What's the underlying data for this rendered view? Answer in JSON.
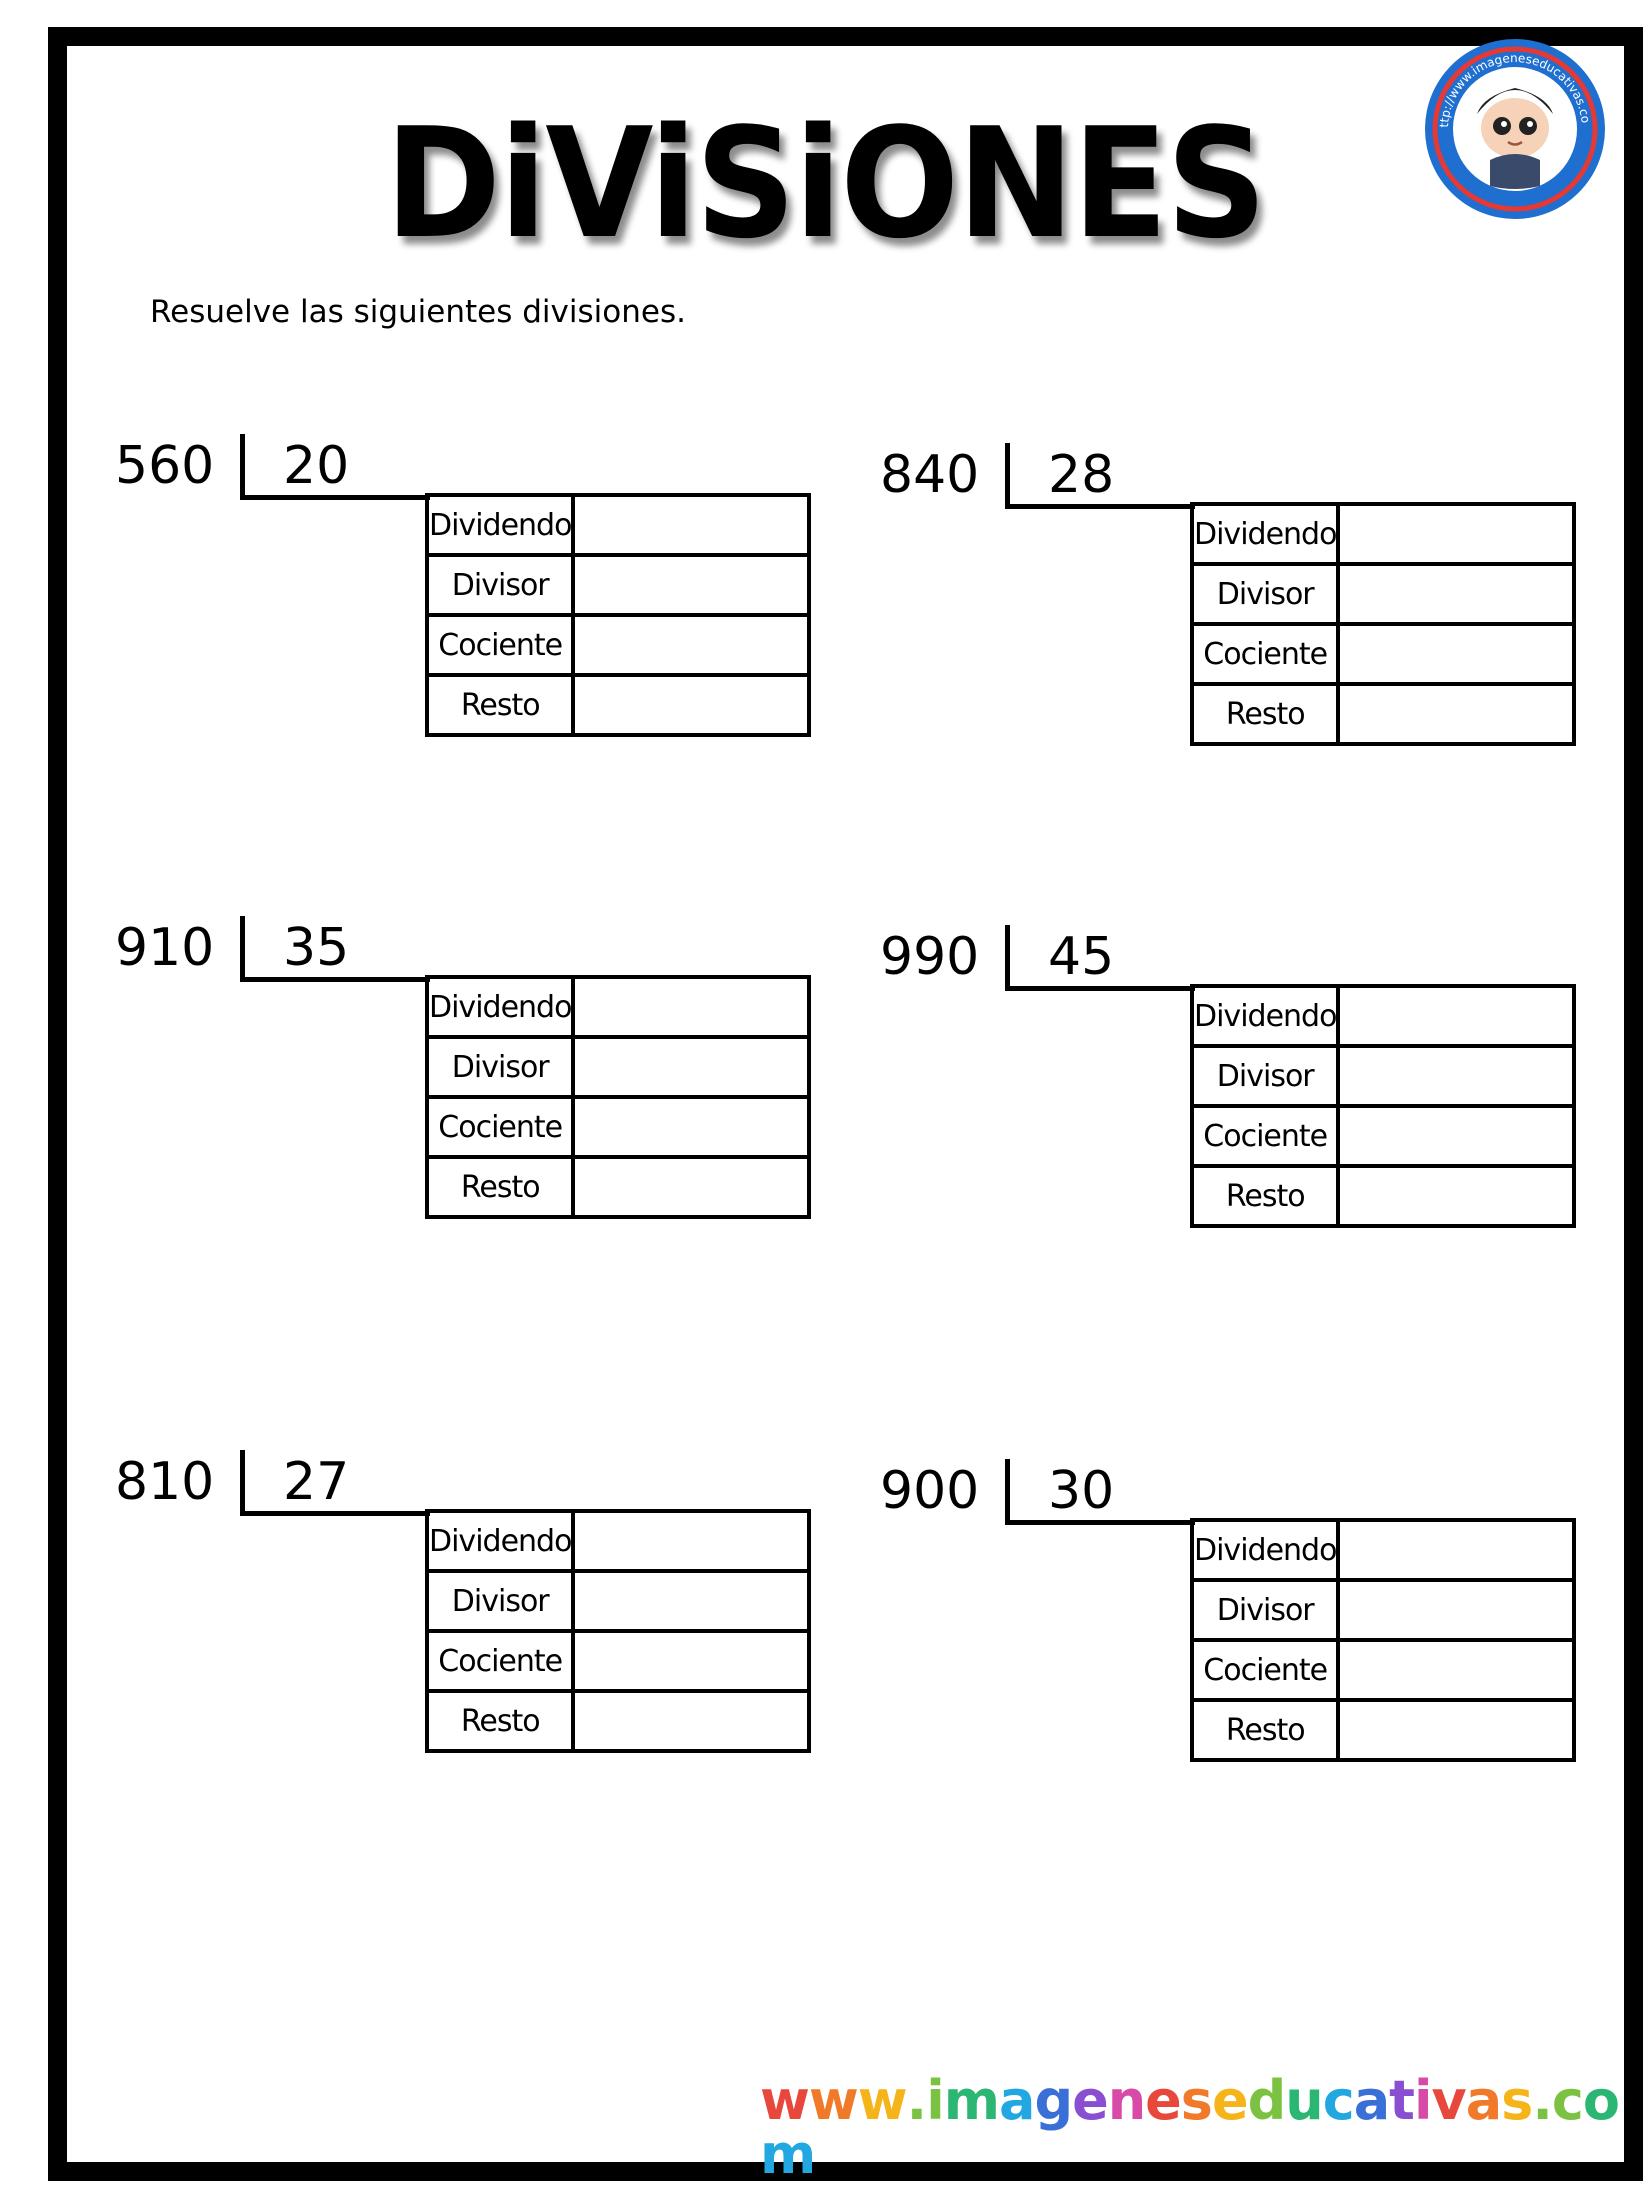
{
  "header": {
    "title": "DiViSiONES",
    "instruction": "Resuelve las siguientes divisiones."
  },
  "logo": {
    "text": "http://www.imageneseducativas.com",
    "colors": [
      "#1e6fd0",
      "#e53935",
      "#ffffff"
    ]
  },
  "labels": {
    "dividendo": "Dividendo",
    "divisor": "Divisor",
    "cociente": "Cociente",
    "resto": "Resto"
  },
  "problems": [
    {
      "dividend": "560",
      "divisor": "20"
    },
    {
      "dividend": "840",
      "divisor": "28"
    },
    {
      "dividend": "910",
      "divisor": "35"
    },
    {
      "dividend": "990",
      "divisor": "45"
    },
    {
      "dividend": "810",
      "divisor": "27"
    },
    {
      "dividend": "900",
      "divisor": "30"
    }
  ],
  "footer": {
    "url": "www.imageneseducativas.com",
    "letter_colors": [
      "#e8483c",
      "#f07a2a",
      "#f4b41a",
      "#7cc242",
      "#2bb673",
      "#22a7e0",
      "#3b6fd8",
      "#8a4fd1",
      "#d84aa8",
      "#e8483c",
      "#f07a2a",
      "#f4b41a",
      "#7cc242",
      "#2bb673",
      "#22a7e0",
      "#3b6fd8",
      "#8a4fd1",
      "#d84aa8",
      "#e8483c",
      "#f07a2a",
      "#f4b41a",
      "#7cc242",
      "#2bb673",
      "#22a7e0",
      "#3b6fd8",
      "#8a4fd1"
    ]
  }
}
